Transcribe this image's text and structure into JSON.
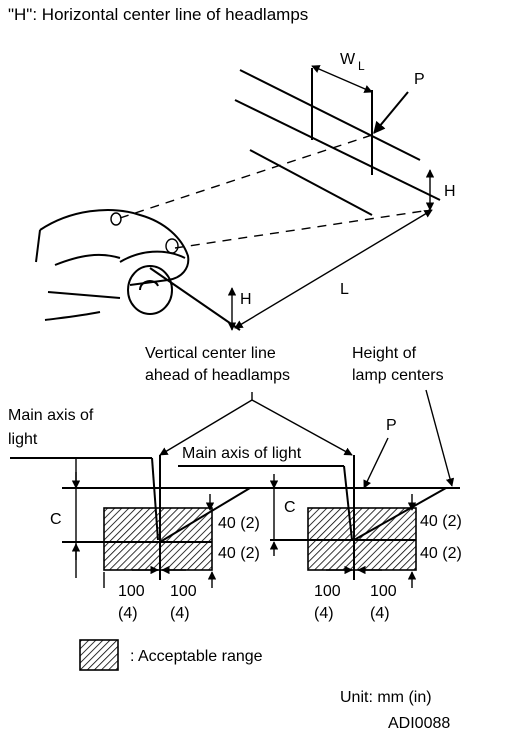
{
  "caption": "\"H\": Horizontal center line of headlamps",
  "labels": {
    "wl_main": "W",
    "wl_sub": "L",
    "p_top": "P",
    "h_right": "H",
    "h_left": "H",
    "l": "L",
    "vertical_center_line_1": "Vertical center line",
    "vertical_center_line_2": "ahead of headlamps",
    "height_lamp_centers_1": "Height of",
    "height_lamp_centers_2": "lamp centers",
    "main_axis_left_1": "Main axis of",
    "main_axis_left_2": "light",
    "main_axis_right": "Main axis of light",
    "p_bottom": "P",
    "c_left": "C",
    "c_right": "C"
  },
  "dimensions": {
    "left_upper": "40 (2)",
    "left_lower": "40 (2)",
    "left_width_a": "100",
    "left_width_a_in": "(4)",
    "left_width_b": "100",
    "left_width_b_in": "(4)",
    "right_upper": "40 (2)",
    "right_lower": "40 (2)",
    "right_width_a": "100",
    "right_width_a_in": "(4)",
    "right_width_b": "100",
    "right_width_b_in": "(4)"
  },
  "legend": {
    "acceptable_range": ": Acceptable range"
  },
  "unit": "Unit: mm (in)",
  "figure_code": "ADI0088"
}
